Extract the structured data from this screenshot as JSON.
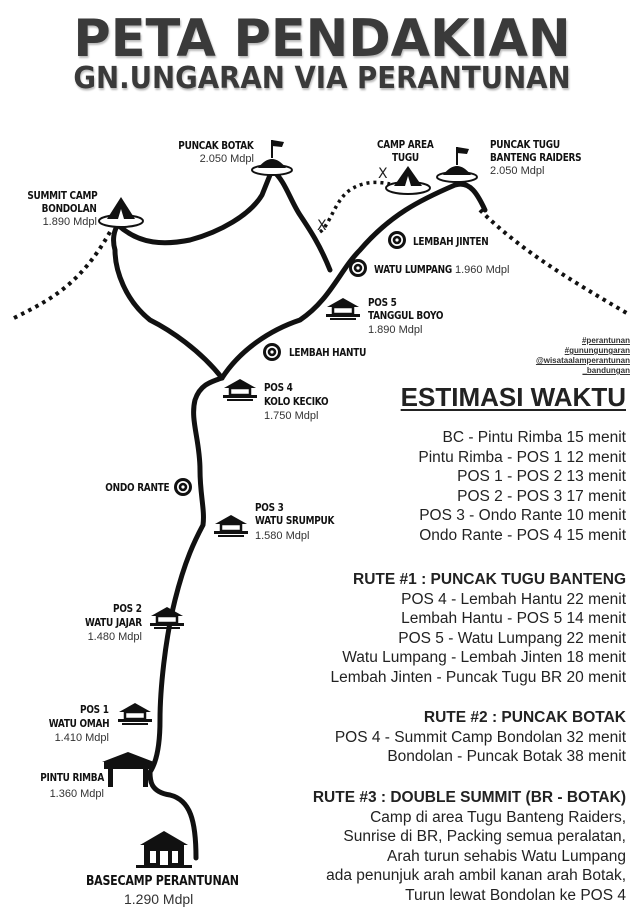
{
  "title": {
    "line1": "PETA PENDAKIAN",
    "line2": "GN.UNGARAN VIA PERANTUNAN"
  },
  "map": {
    "points": [
      {
        "id": "puncak-botak",
        "name": "PUNCAK BOTAK",
        "altitude": "2.050 Mdpl",
        "icon": "summit-flag-icon"
      },
      {
        "id": "summit-camp-bondolan",
        "name_l1": "SUMMIT CAMP",
        "name_l2": "BONDOLAN",
        "altitude": "1.890 Mdpl",
        "icon": "tent-icon"
      },
      {
        "id": "camp-area-tugu",
        "name_l1": "CAMP AREA",
        "name_l2": "TUGU",
        "icon": "tent-icon"
      },
      {
        "id": "puncak-tugu",
        "name_l1": "PUNCAK TUGU",
        "name_l2": "BANTENG RAIDERS",
        "altitude": "2.050 Mdpl",
        "icon": "summit-flag-icon"
      },
      {
        "id": "lembah-jinten",
        "name": "LEMBAH JINTEN",
        "icon": "waypoint-circle-icon"
      },
      {
        "id": "watu-lumpang",
        "name": "WATU LUMPANG",
        "altitude": "1.960 Mdpl",
        "icon": "waypoint-circle-icon"
      },
      {
        "id": "pos5",
        "name_l1": "POS 5",
        "name_l2": "TANGGUL BOYO",
        "altitude": "1.890 Mdpl",
        "icon": "shelter-icon"
      },
      {
        "id": "lembah-hantu",
        "name": "LEMBAH HANTU",
        "icon": "waypoint-circle-icon"
      },
      {
        "id": "pos4",
        "name_l1": "POS 4",
        "name_l2": "KOLO KECIKO",
        "altitude": "1.750 Mdpl",
        "icon": "shelter-icon"
      },
      {
        "id": "ondo-rante",
        "name": "ONDO RANTE",
        "icon": "waypoint-circle-icon"
      },
      {
        "id": "pos3",
        "name_l1": "POS 3",
        "name_l2": "WATU SRUMPUK",
        "altitude": "1.580 Mdpl",
        "icon": "shelter-icon"
      },
      {
        "id": "pos2",
        "name_l1": "POS 2",
        "name_l2": "WATU JAJAR",
        "altitude": "1.480 Mdpl",
        "icon": "shelter-icon"
      },
      {
        "id": "pos1",
        "name_l1": "POS 1",
        "name_l2": "WATU OMAH",
        "altitude": "1.410 Mdpl",
        "icon": "shelter-icon"
      },
      {
        "id": "pintu-rimba",
        "name": "PINTU RIMBA",
        "altitude": "1.360 Mdpl",
        "icon": "gate-icon"
      },
      {
        "id": "basecamp",
        "name": "BASECAMP PERANTUNAN",
        "altitude": "1.290 Mdpl",
        "icon": "basecamp-house-icon"
      }
    ],
    "closed_marks": [
      "X",
      "X"
    ]
  },
  "hashtags": [
    "#perantunan",
    "#gunungungaran",
    "@wisataalamperantunan",
    "_bandungan"
  ],
  "estimasi": {
    "title": "ESTIMASI WAKTU",
    "main": [
      "BC - Pintu Rimba 15 menit",
      "Pintu Rimba - POS 1 12 menit",
      "POS 1 - POS 2 13 menit",
      "POS 2 - POS 3 17 menit",
      "POS 3 - Ondo Rante 10 menit",
      "Ondo Rante - POS 4 15 menit"
    ],
    "rute1": {
      "title": "RUTE #1 : PUNCAK TUGU BANTENG",
      "lines": [
        "POS 4 - Lembah Hantu 22 menit",
        "Lembah Hantu - POS 5 14 menit",
        "POS 5 - Watu Lumpang 22 menit",
        "Watu Lumpang - Lembah Jinten 18 menit",
        "Lembah Jinten - Puncak Tugu BR 20 menit"
      ]
    },
    "rute2": {
      "title": "RUTE #2 : PUNCAK BOTAK",
      "lines": [
        "POS 4 - Summit Camp Bondolan 32 menit",
        "Bondolan - Puncak Botak 38 menit"
      ]
    },
    "rute3": {
      "title": "RUTE #3 : DOUBLE SUMMIT (BR - BOTAK)",
      "lines": [
        "Camp di area Tugu Banteng Raiders,",
        "Sunrise di BR, Packing semua peralatan,",
        "Arah turun sehabis Watu Lumpang",
        "ada penunjuk arah ambil kanan arah Botak,",
        "Turun lewat Bondolan ke POS 4"
      ]
    }
  }
}
